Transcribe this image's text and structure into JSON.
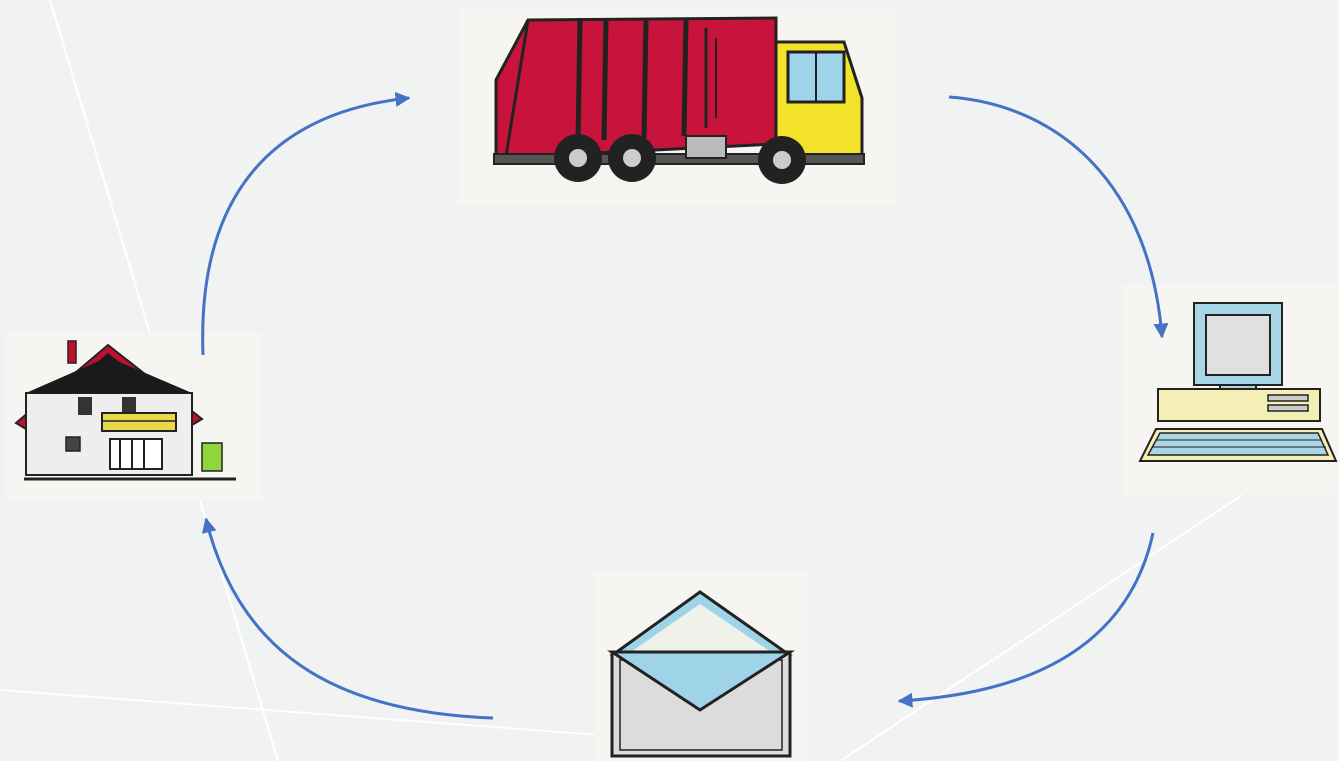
{
  "diagram": {
    "kind": "cycle",
    "nodes": [
      {
        "id": "house",
        "icon": "house-icon"
      },
      {
        "id": "truck",
        "icon": "garbage-truck-icon"
      },
      {
        "id": "computer",
        "icon": "computer-icon"
      },
      {
        "id": "envelope",
        "icon": "envelope-icon"
      }
    ],
    "edges": [
      {
        "from": "house",
        "to": "truck"
      },
      {
        "from": "truck",
        "to": "computer"
      },
      {
        "from": "computer",
        "to": "envelope"
      },
      {
        "from": "envelope",
        "to": "house"
      }
    ],
    "colors": {
      "background": "#f1f2f2",
      "arrow": "#4472c4",
      "truck_body": "#c8143c",
      "truck_cab": "#f2e22a",
      "window": "#9fd4e8",
      "house_roof": "#1a1a1a",
      "house_trim": "#c01030",
      "bin": "#8fd63a",
      "computer_case": "#f4efb5",
      "keyboard": "#a9d6e6",
      "envelope_flap": "#9fd4e8",
      "envelope_body": "#dcdcdc"
    }
  }
}
